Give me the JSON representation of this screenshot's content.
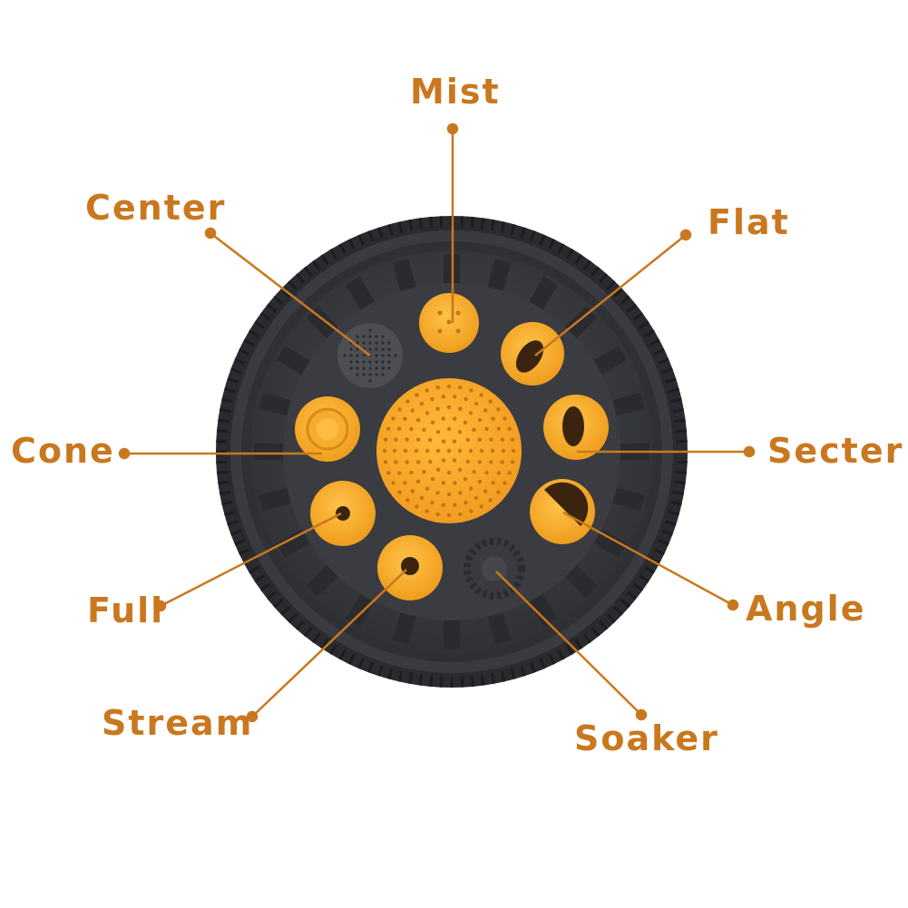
{
  "colors": {
    "label": "#c9781f",
    "leader": "#c9781f",
    "nozzle_orange": "#f5a623",
    "nozzle_dark": "#3e3f44",
    "rim_dark": "#2b2c30"
  },
  "labels": {
    "mist": "Mist",
    "center": "Center",
    "flat": "Flat",
    "cone": "Cone",
    "secter": "Secter",
    "full": "Full",
    "angle": "Angle",
    "stream": "Stream",
    "soaker": "Soaker"
  },
  "icons": {
    "nozzle_head": "spray-nozzle-head-icon"
  }
}
